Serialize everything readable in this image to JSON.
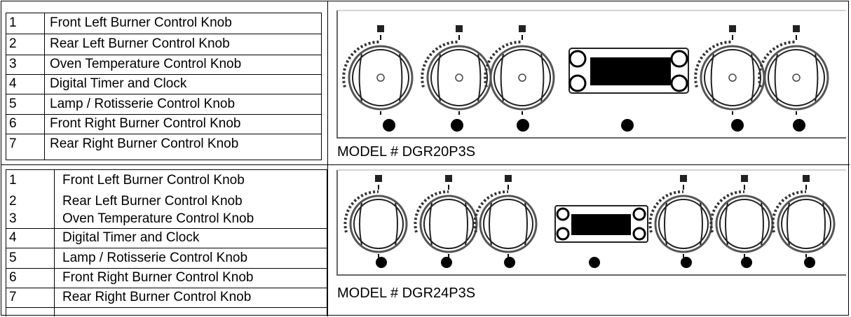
{
  "legend_items": [
    {
      "num": "1",
      "label": "Front Left Burner Control Knob"
    },
    {
      "num": "2",
      "label": "Rear Left Burner Control Knob"
    },
    {
      "num": "3",
      "label": "Oven Temperature Control Knob"
    },
    {
      "num": "4",
      "label": "Digital Timer and Clock"
    },
    {
      "num": "5",
      "label": "Lamp / Rotisserie Control Knob"
    },
    {
      "num": "6",
      "label": "Front Right Burner Control Knob"
    },
    {
      "num": "7",
      "label": "Rear Right Burner Control Knob"
    }
  ],
  "models": [
    {
      "caption": "MODEL #  DGR20P3S"
    },
    {
      "caption": "MODEL #  DGR24P3S"
    }
  ]
}
